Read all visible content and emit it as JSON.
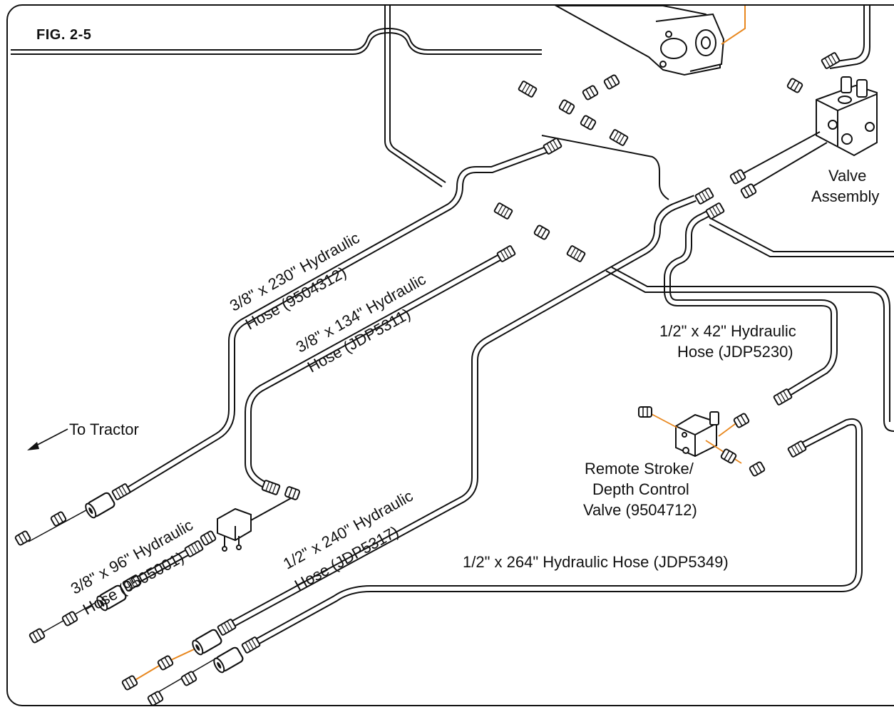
{
  "figure": {
    "title": "FIG.  2-5"
  },
  "labels": {
    "to_tractor": "To Tractor",
    "valve_assembly_line1": "Valve",
    "valve_assembly_line2": "Assembly",
    "hose_230_line1": "3/8\" x 230\" Hydraulic",
    "hose_230_line2": "Hose (9504312)",
    "hose_134_line1": "3/8\" x 134\" Hydraulic",
    "hose_134_line2": "Hose (JDP5311)",
    "hose_96_line1": "3/8\" x 96\" Hydraulic",
    "hose_96_line2": "Hose (9505001)",
    "hose_240_line1": "1/2\" x 240\" Hydraulic",
    "hose_240_line2": "Hose (JDP5317)",
    "hose_42_line1": "1/2\" x 42\" Hydraulic",
    "hose_42_line2": "Hose (JDP5230)",
    "hose_264": "1/2\" x 264\" Hydraulic Hose (JDP5349)",
    "remote_valve_line1": "Remote Stroke/",
    "remote_valve_line2": "Depth Control",
    "remote_valve_line3": "Valve (9504712)"
  },
  "colors": {
    "line": "#111111",
    "leader": "#e8871e",
    "background": "#ffffff"
  }
}
